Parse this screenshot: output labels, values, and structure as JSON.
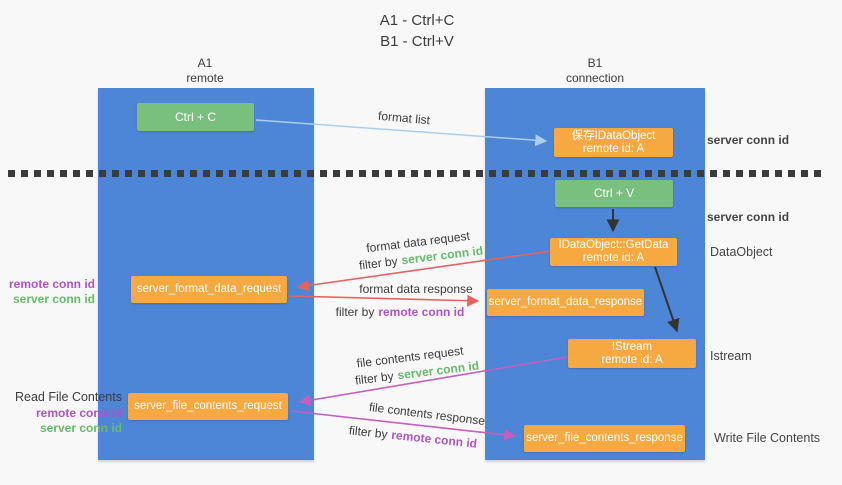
{
  "title": {
    "line1": "A1 - Ctrl+C",
    "line2": "B1 - Ctrl+V"
  },
  "columns": {
    "a": {
      "label": "A1",
      "sublabel": "remote"
    },
    "b": {
      "label": "B1",
      "sublabel": "connection"
    }
  },
  "nodes": {
    "ctrl_c": "Ctrl + C",
    "save_idataobject": {
      "line1": "保存IDataObject",
      "line2": "remote id: A"
    },
    "ctrl_v": "Ctrl + V",
    "getdata": {
      "line1": "IDataObject::GetData",
      "line2": "remote id: A"
    },
    "format_request": "server_format_data_request",
    "format_response": "server_format_data_response",
    "istream": {
      "line1": "IStream",
      "line2": "remote id: A"
    },
    "file_request": "server_file_contents_request",
    "file_response": "server_file_contents_response"
  },
  "edge_labels": {
    "format_list": "format list",
    "format_data_request": "format data request",
    "filter_server_1": {
      "prefix": "filter by",
      "value": "server conn id"
    },
    "format_data_response": "format data response",
    "filter_remote_1": {
      "prefix": "filter by",
      "value": "remote conn id"
    },
    "file_contents_request": "file contents request",
    "filter_server_2": {
      "prefix": "filter by",
      "value": "server conn id"
    },
    "file_contents_response": "file contents response",
    "filter_remote_2": {
      "prefix": "filter by",
      "value": "remote conn id"
    }
  },
  "side_labels": {
    "left_remote_conn_1": "remote conn id",
    "left_server_conn_1": "server conn id",
    "read_file_contents": "Read File Contents",
    "left_remote_conn_2": "remote conn id",
    "left_server_conn_2": "server conn id",
    "right_server_conn_1": "server conn id",
    "right_server_conn_2": "server conn id",
    "dataobject": "DataObject",
    "istream": "Istream",
    "write_file_contents": "Write File Contents"
  },
  "colors": {
    "lane_blue": "#4d86d7",
    "node_green": "#79c07e",
    "node_orange": "#f7a941",
    "arrow_blue": "#a9cfec",
    "arrow_red": "#e5625f",
    "arrow_magenta": "#c45ec0",
    "arrow_black": "#333333",
    "text_green": "#66bb6a",
    "text_purple": "#b153c4",
    "text_dark": "#3b3b3b"
  }
}
